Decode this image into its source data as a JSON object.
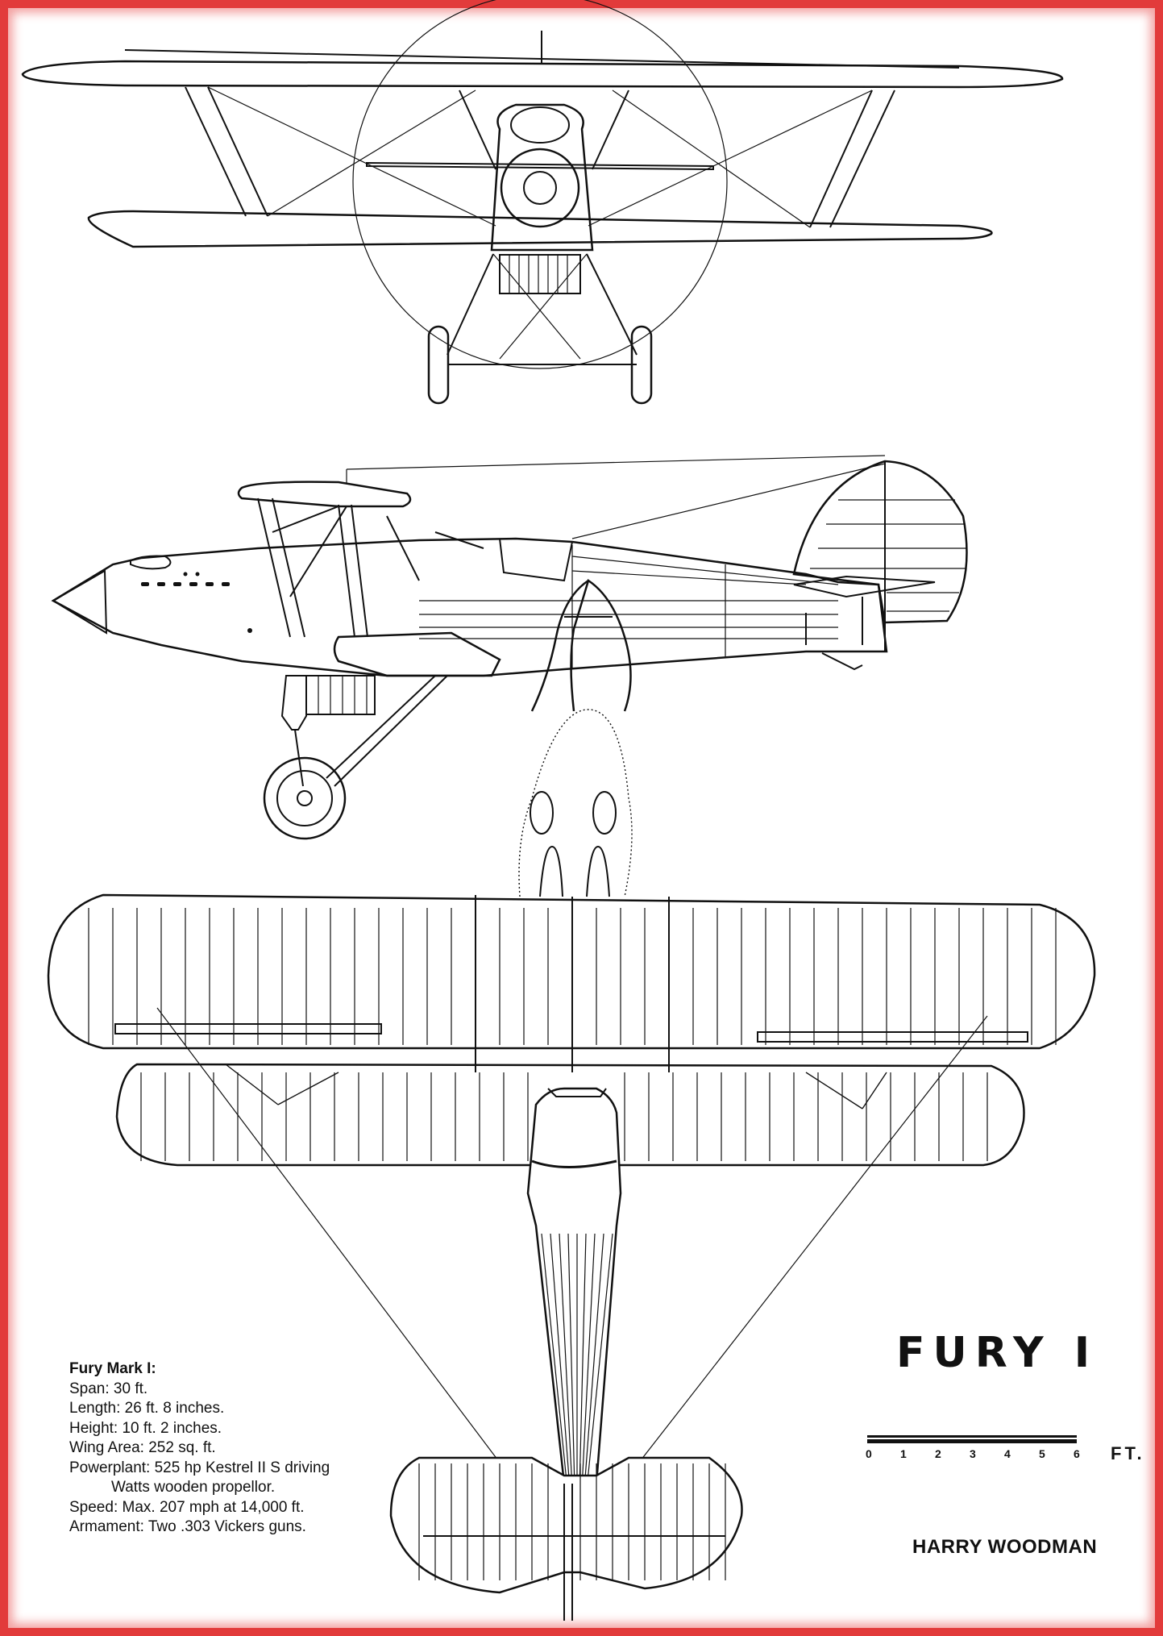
{
  "title": "FURY I",
  "specs": {
    "heading": "Fury Mark I:",
    "span": "Span: 30 ft.",
    "length": "Length: 26 ft. 8 inches.",
    "height": "Height: 10 ft. 2 inches.",
    "wing_area": "Wing Area: 252 sq. ft.",
    "powerplant_line1": "Powerplant: 525 hp Kestrel II S driving",
    "powerplant_line2": "Watts wooden propellor.",
    "speed": "Speed: Max. 207 mph at 14,000 ft.",
    "armament": "Armament: Two .303 Vickers guns."
  },
  "scale": {
    "ticks": [
      "0",
      "1",
      "2",
      "3",
      "4",
      "5",
      "6"
    ],
    "unit": "FT."
  },
  "author": "HARRY WOODMAN",
  "colors": {
    "frame": "#e23b3b",
    "ink": "#111111",
    "paper": "#ffffff"
  }
}
